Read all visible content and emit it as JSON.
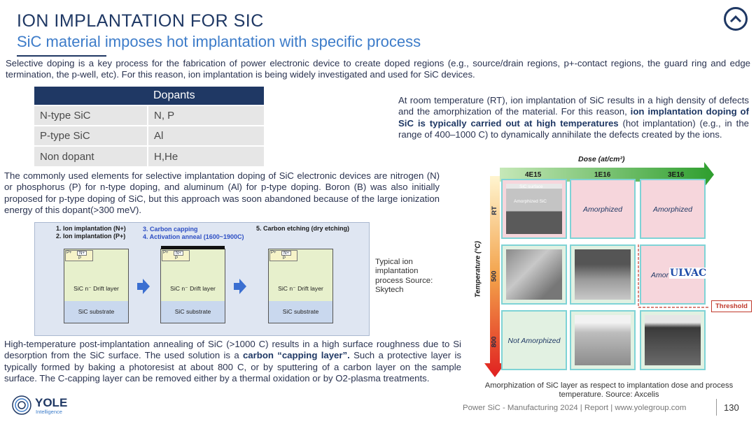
{
  "header": {
    "title": "ION IMPLANTATION FOR SIC",
    "subtitle": "SiC material imposes hot implantation with specific process"
  },
  "intro": "Selective doping is a key process for the fabrication of power electronic device to create doped regions (e.g., source/drain regions, p+-contact regions, the guard ring and edge termination, the p-well, etc). For this reason, ion implantation is being widely investigated and used for SiC devices.",
  "dopant_table": {
    "header_blank": "",
    "header": "Dopants",
    "rows": [
      {
        "type": "N-type SiC",
        "dopants": "N, P"
      },
      {
        "type": "P-type SiC",
        "dopants": "Al"
      },
      {
        "type": "Non dopant",
        "dopants": "H,He"
      }
    ]
  },
  "rt_paragraph": {
    "part1": "At room temperature (RT), ion implantation of SiC results in a high density of defects and the amorphization of the material. For this reason, ",
    "highlight": "ion implantation doping of SiC is typically carried out at high temperatures",
    "part2": " (hot implantation) (e.g., in the range of 400–1000 C) to dynamically annihilate the defects created by the ions."
  },
  "common_paragraph": "The commonly used elements for selective implantation doping of SiC electronic devices are nitrogen (N) or phosphorus (P) for n-type doping, and aluminum (Al) for p-type doping. Boron (B) was also initially proposed for p-type doping of SiC, but this approach was soon abandoned because of the large ionization energy of this dopant(>300 meV).",
  "process_figure": {
    "step1": "1.  Ion implantation (N+)",
    "step2": "2.  Ion implantation (P+)",
    "step3": "3. Carbon capping",
    "step4": "4. Activation anneal (1600~1900C)",
    "step5": "5. Carbon etching (dry etching)",
    "drift_label": "SiC n⁻ Drift layer",
    "substrate_label": "SiC substrate",
    "p_plus": "P+",
    "n_plus": "N+",
    "p": "P"
  },
  "process_caption": "Typical ion implantation process Source: Skytech",
  "amorph_figure": {
    "dose_label": "Dose (at/cm²)",
    "doses": [
      "4E15",
      "1E16",
      "3E16"
    ],
    "temp_label": "Temperature (°C)",
    "temps": [
      "RT",
      "500",
      "800"
    ],
    "sic_surface": "SiC surface",
    "amorphized_sic": "Amorphized SiC",
    "amorphized": "Amorphized",
    "not_amorphized": "Not Amorphized",
    "amor_partial": "Amor",
    "watermark": "ULVAC",
    "threshold": "Threshold"
  },
  "amorph_caption": "Amorphization of SiC layer as respect to implantation dose and process temperature. Source: Axcelis",
  "high_paragraph": {
    "part1": "High-temperature post-implantation annealing of SiC (>1000 C) results in a high surface roughness due to Si desorption from the SiC surface. The used solution is a ",
    "highlight": "carbon “capping layer”.",
    "part2": " Such a protective layer is typically formed by baking a photoresist at about 800 C, or by sputtering of a carbon layer on the sample surface. The C-capping layer can be removed either by a thermal oxidation or by O2-plasma treatments."
  },
  "footer": {
    "brand": "YOLE",
    "brand_sub": "Intelligence",
    "text": "Power SiC - Manufacturing 2024 | Report | www.yolegroup.com",
    "page": "130"
  },
  "colors": {
    "navy": "#1f3864",
    "blue": "#3d7cc9",
    "threshold": "#c0392b"
  },
  "icons": {
    "nav": "chevron-up-circle-icon",
    "logo": "yole-logo-icon",
    "arrow": "arrow-right-icon"
  }
}
